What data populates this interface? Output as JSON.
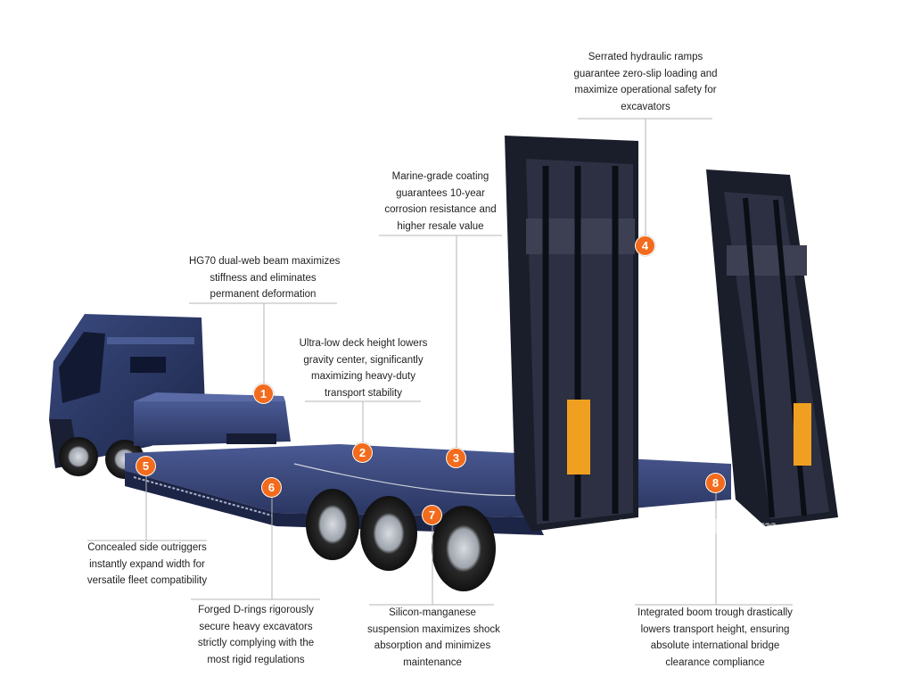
{
  "accent_color": "#f36b1c",
  "vehicle_color": "#2a3560",
  "watermark": "sailingvehicle.com",
  "callouts": [
    {
      "number": "1",
      "lines": [
        "HG70 dual-web beam maximizes",
        "stiffness and eliminates",
        "permanent deformation"
      ]
    },
    {
      "number": "2",
      "lines": [
        "Ultra-low deck height lowers",
        "gravity center, significantly",
        "maximizing heavy-duty",
        "transport stability"
      ]
    },
    {
      "number": "3",
      "lines": [
        "Marine-grade coating",
        "guarantees 10-year",
        "corrosion resistance and",
        "higher resale value"
      ]
    },
    {
      "number": "4",
      "lines": [
        "Serrated hydraulic ramps",
        "guarantee zero-slip loading and",
        "maximize operational safety for",
        "excavators"
      ]
    },
    {
      "number": "5",
      "lines": [
        "Concealed side outriggers",
        "instantly expand width for",
        "versatile fleet compatibility"
      ]
    },
    {
      "number": "6",
      "lines": [
        "Forged D-rings rigorously",
        "secure heavy excavators",
        "strictly complying with the",
        "most rigid regulations"
      ]
    },
    {
      "number": "7",
      "lines": [
        "Silicon-manganese",
        "suspension maximizes shock",
        "absorption and minimizes",
        "maintenance"
      ]
    },
    {
      "number": "8",
      "lines": [
        "Integrated boom trough drastically",
        "lowers transport height, ensuring",
        "absolute international bridge",
        "clearance compliance"
      ]
    }
  ]
}
